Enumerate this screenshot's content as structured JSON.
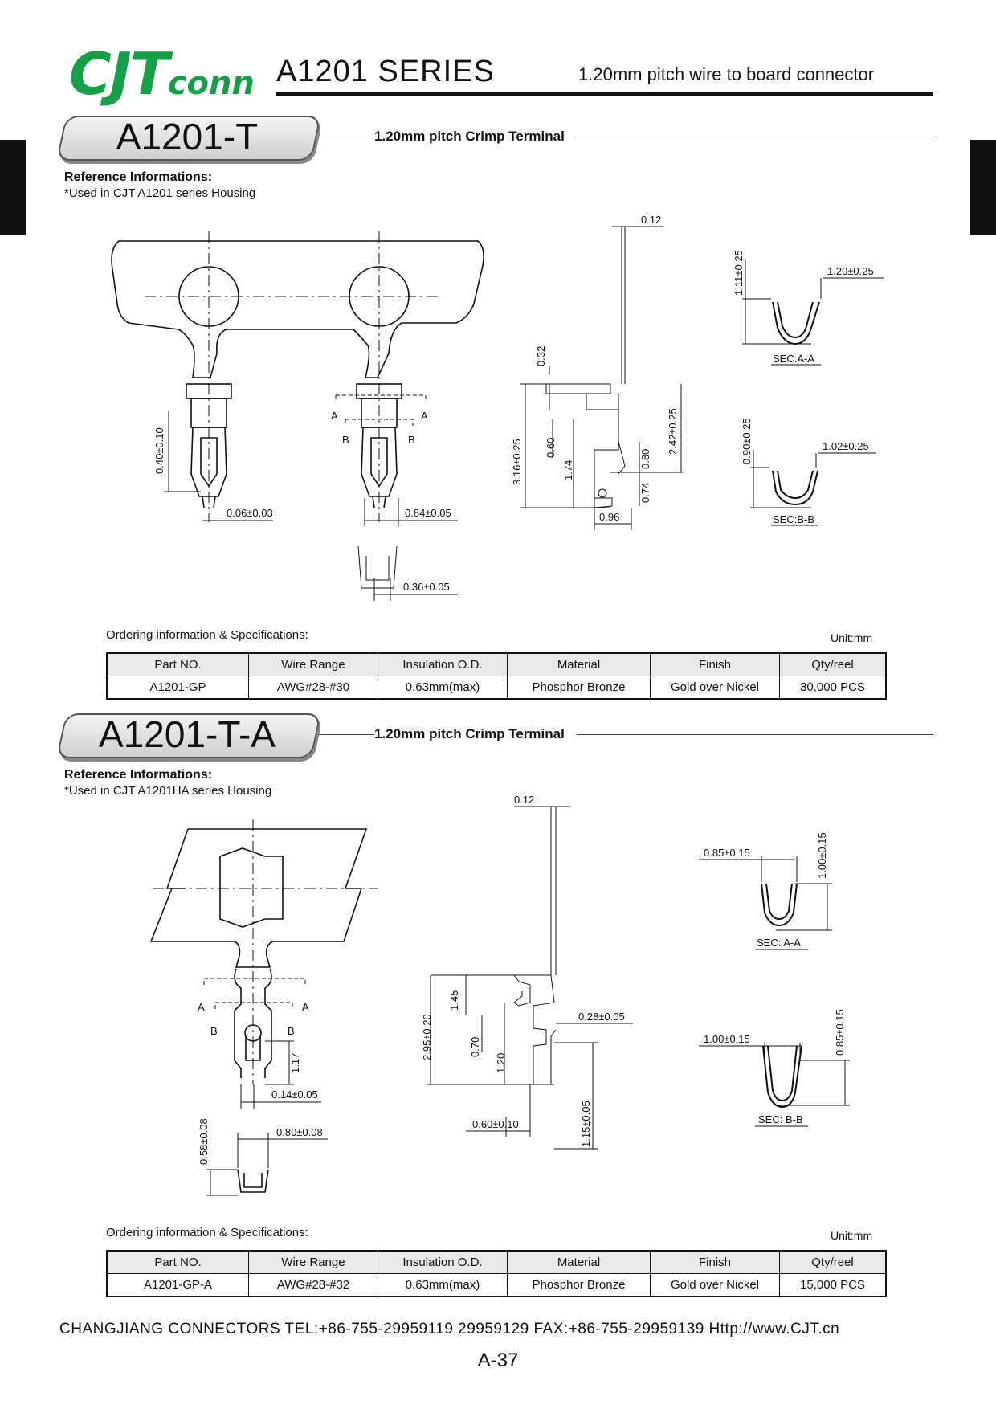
{
  "header": {
    "logo_main": "CJT",
    "logo_small": "conn",
    "series": "A1201 SERIES",
    "subtitle": "1.20mm pitch wire to board connector"
  },
  "section1": {
    "title": "A1201-T",
    "desc": "1.20mm pitch Crimp Terminal",
    "ref_heading": "Reference Informations:",
    "ref_note": "*Used in CJT A1201 series Housing",
    "ordering_label": "Ordering information & Specifications:",
    "unit": "Unit:mm",
    "drawing": {
      "dims": [
        "0.40±0.10",
        "0.06±0.03",
        "0.84±0.05",
        "0.36±0.05",
        "0.12",
        "0.32",
        "3.16±0.25",
        "0.60",
        "1.74",
        "2.42±0.25",
        "0.80",
        "0.74",
        "0.96",
        "1.11±0.25",
        "1.20±0.25",
        "0.90±0.25",
        "1.02±0.25"
      ],
      "section_labels": [
        "SEC:A-A",
        "SEC:B-B"
      ],
      "cut_labels": [
        "A",
        "A",
        "B",
        "B"
      ]
    },
    "table": {
      "headers": [
        "Part NO.",
        "Wire Range",
        "Insulation O.D.",
        "Material",
        "Finish",
        "Qty/reel"
      ],
      "row": [
        "A1201-GP",
        "AWG#28-#30",
        "0.63mm(max)",
        "Phosphor Bronze",
        "Gold over Nickel",
        "30,000 PCS"
      ]
    }
  },
  "section2": {
    "title": "A1201-T-A",
    "desc": "1.20mm pitch Crimp Terminal",
    "ref_heading": "Reference Informations:",
    "ref_note": "*Used in CJT A1201HA series Housing",
    "ordering_label": "Ordering information & Specifications:",
    "unit": "Unit:mm",
    "drawing": {
      "dims": [
        "1.17",
        "0.14±0.05",
        "0.58±0.08",
        "0.80±0.08",
        "0.12",
        "2.95±0.20",
        "1.45",
        "0.70",
        "1.20",
        "0.28±0.05",
        "0.60±0.10",
        "1.15±0.05",
        "0.85±0.15",
        "1.00±0.15",
        "1.00±0.15",
        "0.85±0.15"
      ],
      "section_labels": [
        "SEC: A-A",
        "SEC: B-B"
      ],
      "cut_labels": [
        "A",
        "A",
        "B",
        "B"
      ]
    },
    "table": {
      "headers": [
        "Part NO.",
        "Wire Range",
        "Insulation O.D.",
        "Material",
        "Finish",
        "Qty/reel"
      ],
      "row": [
        "A1201-GP-A",
        "AWG#28-#32",
        "0.63mm(max)",
        "Phosphor Bronze",
        "Gold over Nickel",
        "15,000 PCS"
      ]
    }
  },
  "footer": {
    "text": "CHANGJIANG CONNECTORS  TEL:+86-755-29959119 29959129  FAX:+86-755-29959139 Http://www.CJT.cn",
    "page": "A-37"
  }
}
